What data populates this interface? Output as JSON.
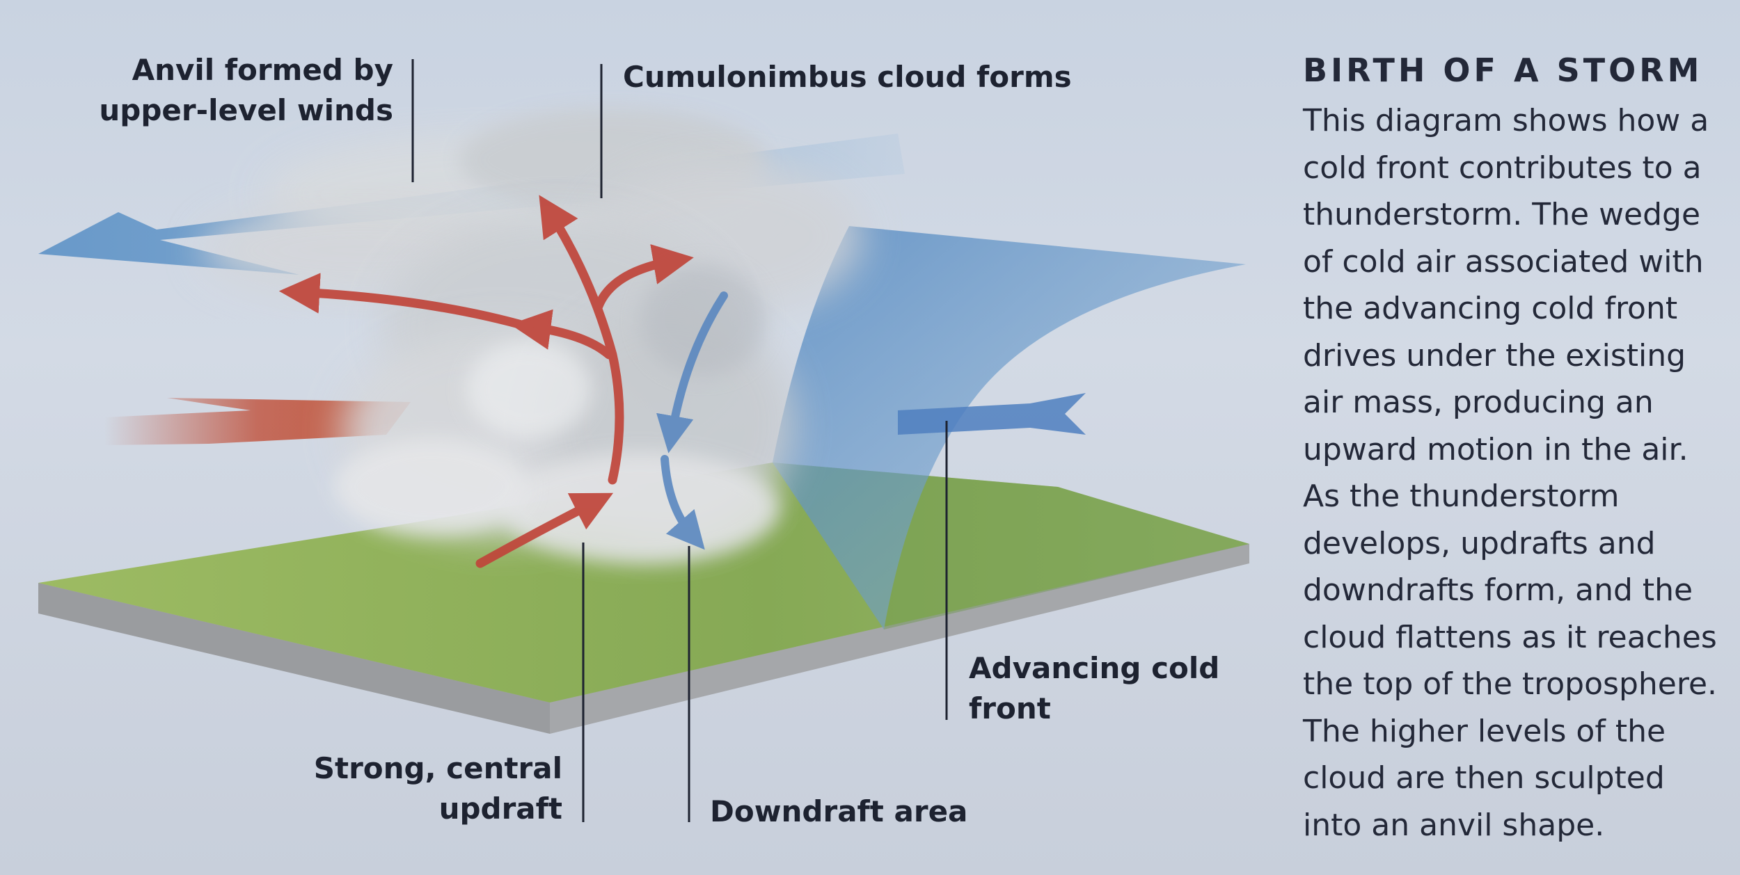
{
  "labels": {
    "anvil": [
      "Anvil formed by",
      "upper-level winds"
    ],
    "cumulonimbus": "Cumulonimbus cloud forms",
    "cold_front": [
      "Advancing cold",
      "front"
    ],
    "updraft": [
      "Strong, central",
      "updraft"
    ],
    "downdraft": "Downdraft area"
  },
  "panel": {
    "title": "BIRTH OF A STORM",
    "lines": [
      "This diagram shows how a",
      "cold front contributes to a",
      "thunderstorm. The wedge",
      "of cold air associated with",
      "the advancing cold front",
      "drives under the existing",
      "air mass, producing an",
      "upward motion in the air.",
      "As the thunderstorm",
      "develops, updrafts and",
      "downdrafts form, and the",
      "cloud flattens as it reaches",
      "the top of the troposphere.",
      "The higher levels of the",
      "cloud are then sculpted",
      "into an anvil shape."
    ]
  },
  "colors": {
    "warm_air": "#c0503a",
    "cold_air": "#5b8fc4",
    "ground": "#8fb15a",
    "text": "#1d2230"
  }
}
